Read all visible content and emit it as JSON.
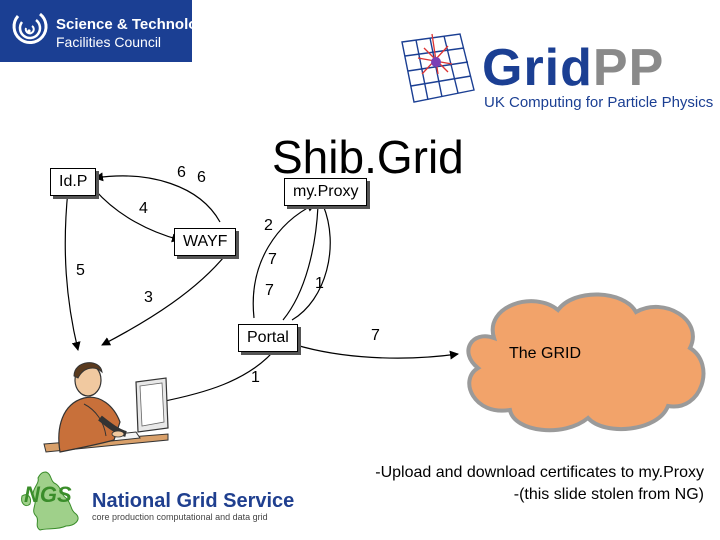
{
  "logos": {
    "stfc_line1": "Science & Technology",
    "stfc_line2": "Facilities Council",
    "gridpp_grid": "Grid",
    "gridpp_pp": "PP",
    "gridpp_subtitle": "UK Computing for Particle Physics",
    "ngs_letters": "NGS",
    "ngs_title": "National Grid Service",
    "ngs_subtitle": "core production computational and data grid"
  },
  "title": "Shib.Grid",
  "nodes": {
    "idp": "Id.P",
    "wayf": "WAYF",
    "myproxy": "my.Proxy",
    "portal": "Portal",
    "grid": "The GRID"
  },
  "step_labels": {
    "six_a": "6",
    "six_b": "6",
    "four": "4",
    "two": "2",
    "five": "5",
    "seven_a": "7",
    "seven_b": "7",
    "one_a": "1",
    "three": "3",
    "seven_c": "7",
    "one_b": "1"
  },
  "caption": {
    "line1": "-Upload and download certificates to my.Proxy",
    "line2": "-(this slide stolen from NG)"
  },
  "colors": {
    "stfc_blue": "#1b3f93",
    "gridpp_blue": "#1b3f93",
    "cloud_fill": "#f2a36a",
    "cloud_stroke": "#9a9a9a",
    "ngs_green": "#3a8d2a",
    "ngs_blue": "#1f3f8f"
  },
  "icons": [
    "stfc-logo-icon",
    "gridpp-mesh-icon",
    "user-at-computer-icon",
    "uk-map-icon",
    "grid-cloud-icon"
  ]
}
